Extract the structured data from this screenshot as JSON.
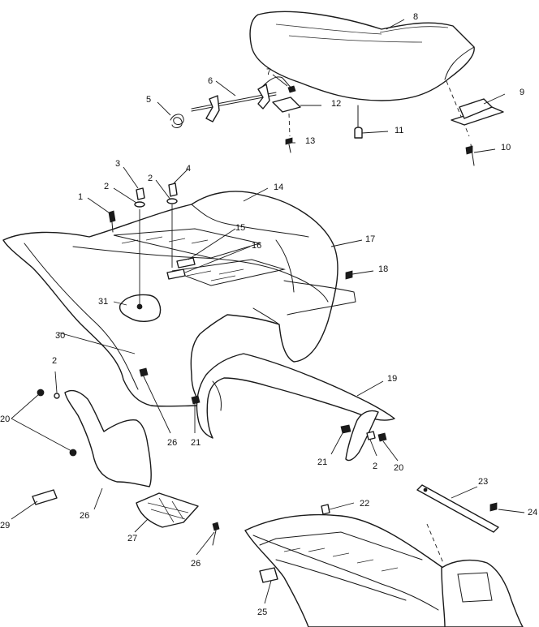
{
  "callouts": [
    {
      "id": "c1",
      "text": "1"
    },
    {
      "id": "c2a",
      "text": "2"
    },
    {
      "id": "c2b",
      "text": "2"
    },
    {
      "id": "c2c",
      "text": "2"
    },
    {
      "id": "c2d",
      "text": "2"
    },
    {
      "id": "c3",
      "text": "3"
    },
    {
      "id": "c4",
      "text": "4"
    },
    {
      "id": "c5",
      "text": "5"
    },
    {
      "id": "c6",
      "text": "6"
    },
    {
      "id": "c7",
      "text": "7"
    },
    {
      "id": "c8",
      "text": "8"
    },
    {
      "id": "c9",
      "text": "9"
    },
    {
      "id": "c10",
      "text": "10"
    },
    {
      "id": "c11",
      "text": "11"
    },
    {
      "id": "c12",
      "text": "12"
    },
    {
      "id": "c13",
      "text": "13"
    },
    {
      "id": "c14",
      "text": "14"
    },
    {
      "id": "c15",
      "text": "15"
    },
    {
      "id": "c16",
      "text": "16"
    },
    {
      "id": "c17",
      "text": "17"
    },
    {
      "id": "c18",
      "text": "18"
    },
    {
      "id": "c19",
      "text": "19"
    },
    {
      "id": "c20a",
      "text": "20"
    },
    {
      "id": "c20b",
      "text": "20"
    },
    {
      "id": "c21a",
      "text": "21"
    },
    {
      "id": "c21b",
      "text": "21"
    },
    {
      "id": "c22",
      "text": "22"
    },
    {
      "id": "c23",
      "text": "23"
    },
    {
      "id": "c24",
      "text": "24"
    },
    {
      "id": "c25",
      "text": "25"
    },
    {
      "id": "c26a",
      "text": "26"
    },
    {
      "id": "c26b",
      "text": "26"
    },
    {
      "id": "c26c",
      "text": "26"
    },
    {
      "id": "c27",
      "text": "27"
    },
    {
      "id": "c29",
      "text": "29"
    },
    {
      "id": "c30",
      "text": "30"
    },
    {
      "id": "c31",
      "text": "31"
    }
  ]
}
